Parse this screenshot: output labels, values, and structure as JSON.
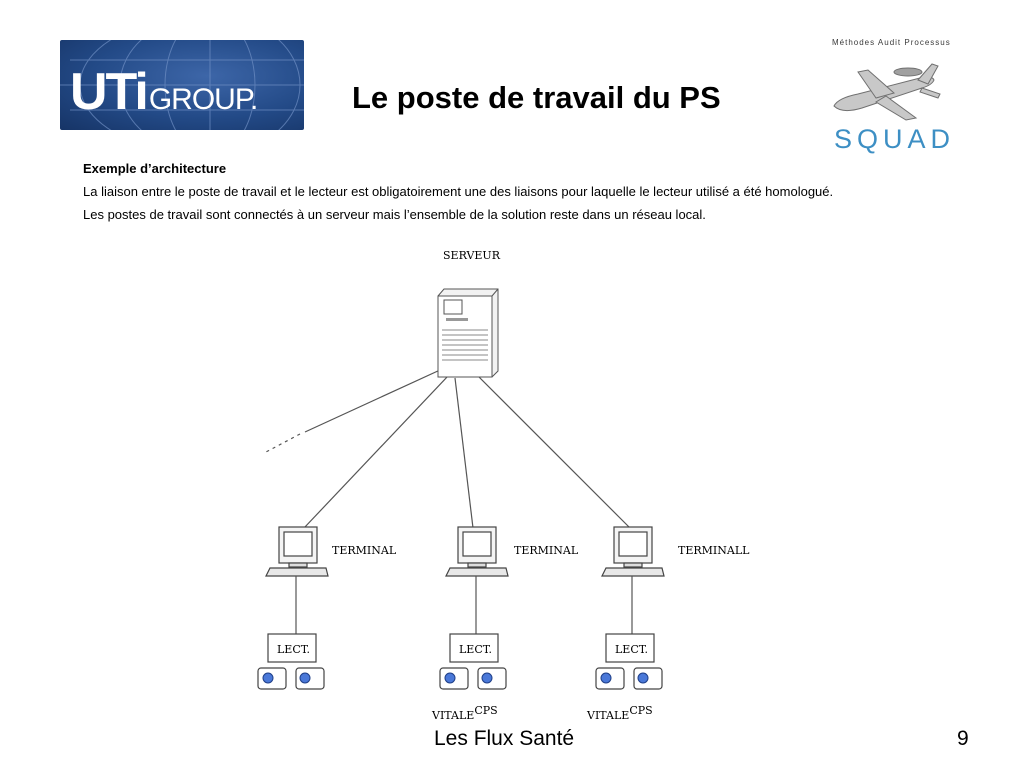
{
  "header": {
    "logo_left": {
      "brand": "UTi",
      "brand_suffix": "GROUP."
    },
    "title": "Le poste de travail du PS",
    "logo_right": {
      "tagline": "Méthodes Audit Processus",
      "name": "SQUAD"
    }
  },
  "content": {
    "heading": "Exemple d’architecture",
    "paragraphs": [
      "La liaison entre le poste de travail et le lecteur est obligatoirement une des liaisons pour laquelle le lecteur utilisé a été homologué.",
      "Les postes de travail sont connectés à un serveur mais l’ensemble de la solution reste dans un réseau local."
    ]
  },
  "diagram": {
    "server_label": "SERVEUR",
    "terminals": [
      {
        "label": "TERMINAL",
        "reader": "LECT."
      },
      {
        "label": "TERMINAL",
        "reader": "LECT.",
        "card_main": "VITALE",
        "card_sup": "CPS"
      },
      {
        "label": "TERMINALL",
        "reader": "LECT.",
        "card_main": "VITALE",
        "card_sup": "CPS"
      }
    ],
    "colors": {
      "line": "#555555",
      "card_dot": "#4a78d8"
    }
  },
  "footer": {
    "center": "Les Flux Santé",
    "page": "9"
  }
}
